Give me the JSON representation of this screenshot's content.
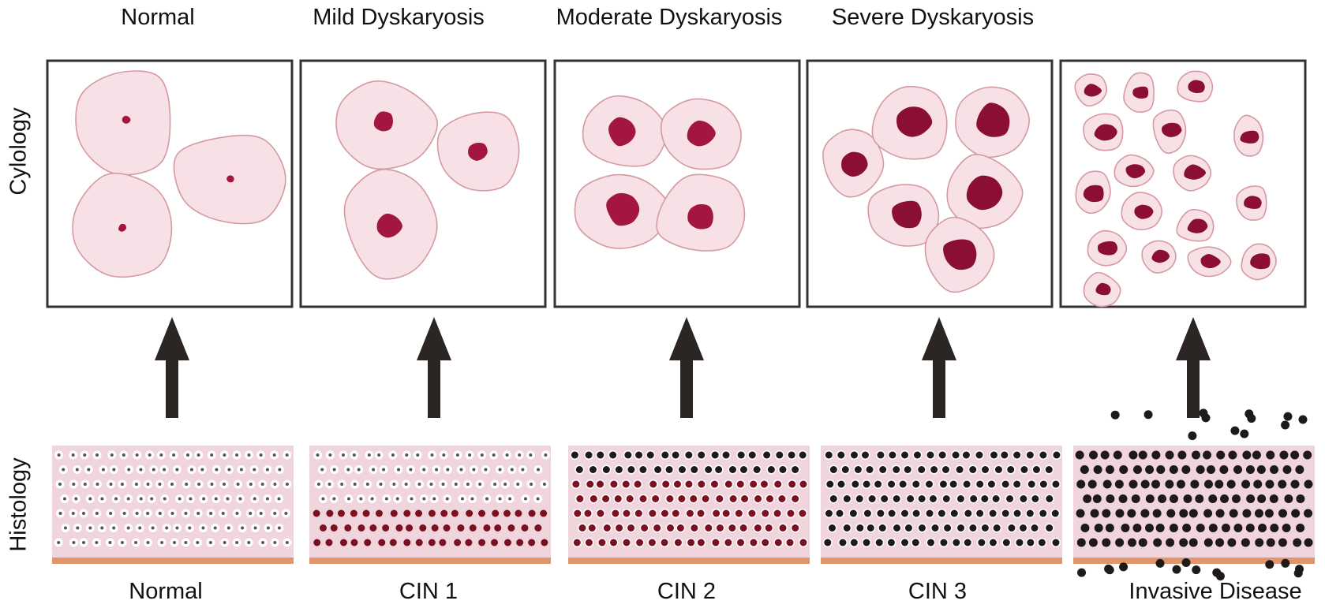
{
  "columns": [
    {
      "title": "Normal",
      "histology_label": "Normal"
    },
    {
      "title": "Mild Dyskaryosis",
      "histology_label": "CIN 1"
    },
    {
      "title": "Moderate Dyskaryosis",
      "histology_label": "CIN 2"
    },
    {
      "title": "Severe Dyskaryosis",
      "histology_label": "CIN 3"
    },
    {
      "title": "",
      "histology_label": "Invasive Disease"
    }
  ],
  "row_labels": {
    "top": "Cylology",
    "bottom": "Histology"
  },
  "colors": {
    "cell_fill": "#f8e1e6",
    "cell_stroke": "#d49a9f",
    "nucleus": "#a3163f",
    "nucleus_dark": "#8a0f33",
    "panel_border": "#333333",
    "arrow": "#2b2523",
    "tissue_bg": "#f1d5dc",
    "tissue_basement": "#e0956a",
    "histo_nucleus_dark": "#1f1a1a",
    "histo_nucleus_red": "#7a1020"
  }
}
